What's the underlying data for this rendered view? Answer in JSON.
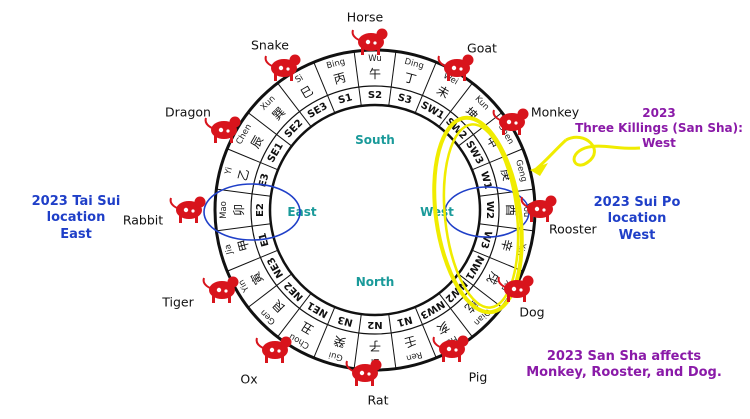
{
  "animals": [
    {
      "name": "Horse"
    },
    {
      "name": "Goat"
    },
    {
      "name": "Monkey"
    },
    {
      "name": "Rooster"
    },
    {
      "name": "Dog"
    },
    {
      "name": "Pig"
    },
    {
      "name": "Rat"
    },
    {
      "name": "Ox"
    },
    {
      "name": "Tiger"
    },
    {
      "name": "Rabbit"
    },
    {
      "name": "Dragon"
    },
    {
      "name": "Snake"
    }
  ],
  "outer_ring": [
    {
      "cn": "丙",
      "py": "Bing"
    },
    {
      "cn": "午",
      "py": "Wu"
    },
    {
      "cn": "丁",
      "py": "Ding"
    },
    {
      "cn": "未",
      "py": "Wei"
    },
    {
      "cn": "坤",
      "py": "Kun"
    },
    {
      "cn": "申",
      "py": "Shen"
    },
    {
      "cn": "庚",
      "py": "Geng"
    },
    {
      "cn": "酉",
      "py": "You"
    },
    {
      "cn": "辛",
      "py": "Xin"
    },
    {
      "cn": "戌",
      "py": "Xu"
    },
    {
      "cn": "乾",
      "py": "Qian"
    },
    {
      "cn": "亥",
      "py": "Hai"
    },
    {
      "cn": "壬",
      "py": "Ren"
    },
    {
      "cn": "子",
      "py": "Zi"
    },
    {
      "cn": "癸",
      "py": "Gui"
    },
    {
      "cn": "丑",
      "py": "Chou"
    },
    {
      "cn": "艮",
      "py": "Gen"
    },
    {
      "cn": "寅",
      "py": "Yin"
    },
    {
      "cn": "甲",
      "py": "Jia"
    },
    {
      "cn": "卯",
      "py": "Mao"
    },
    {
      "cn": "乙",
      "py": "Yi"
    },
    {
      "cn": "辰",
      "py": "Chen"
    },
    {
      "cn": "巽",
      "py": "Xun"
    },
    {
      "cn": "巳",
      "py": "Si"
    }
  ],
  "inner_ring": [
    "S1",
    "S2",
    "S3",
    "SW1",
    "SW2",
    "SW3",
    "W1",
    "W2",
    "W3",
    "NW1",
    "NW2",
    "NW3",
    "N1",
    "N2",
    "N3",
    "NE1",
    "NE2",
    "NE3",
    "E1",
    "E2",
    "E3",
    "SE1",
    "SE2",
    "SE3"
  ],
  "directions": {
    "south": "South",
    "west": "West",
    "north": "North",
    "east": "East"
  },
  "annotations": {
    "tai_sui_title": "2023 Tai Sui location",
    "tai_sui_dir": "East",
    "sui_po_title": "2023 Sui Po location",
    "sui_po_dir": "West",
    "three_killings_year": "2023",
    "three_killings_title": "Three Killings (San Sha):",
    "three_killings_dir": "West",
    "san_sha_line1": "2023 San Sha affects",
    "san_sha_line2": "Monkey, Rooster, and Dog."
  },
  "colors": {
    "blue": "#1f3fc8",
    "purple": "#8a1aa8",
    "yellow": "#f0ec00",
    "teal": "#1a9a9a",
    "red": "#d8141c"
  }
}
